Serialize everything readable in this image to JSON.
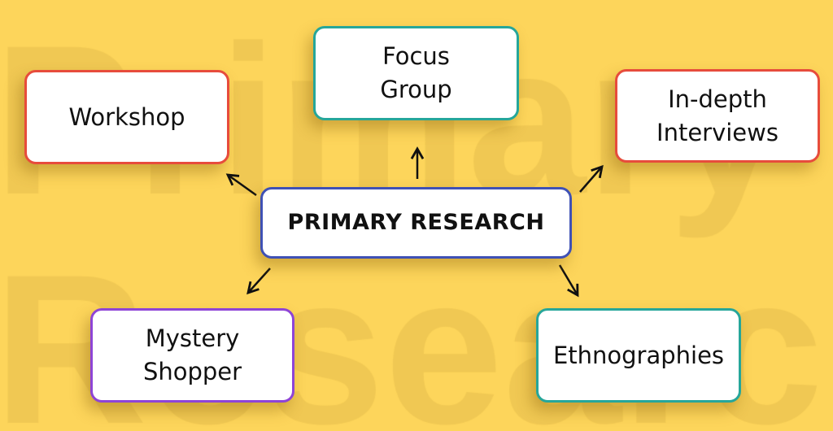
{
  "watermark": {
    "top_word": "Primary",
    "bottom_word": "Research"
  },
  "center": {
    "label": "PRIMARY RESEARCH",
    "border_color": "#3F51B5"
  },
  "nodes": [
    {
      "id": "workshop",
      "lines": [
        "Workshop"
      ],
      "border_color": "#E74C3C"
    },
    {
      "id": "focus-group",
      "lines": [
        "Focus",
        "Group"
      ],
      "border_color": "#26A69A"
    },
    {
      "id": "in-depth-interviews",
      "lines": [
        "In-depth",
        "Interviews"
      ],
      "border_color": "#E74C3C"
    },
    {
      "id": "mystery-shopper",
      "lines": [
        "Mystery",
        "Shopper"
      ],
      "border_color": "#8E44D6"
    },
    {
      "id": "ethnographies",
      "lines": [
        "Ethnographies"
      ],
      "border_color": "#26A69A"
    }
  ],
  "colors": {
    "background": "#FDD55B",
    "watermark": "#F0C853",
    "arrow": "#111111"
  }
}
